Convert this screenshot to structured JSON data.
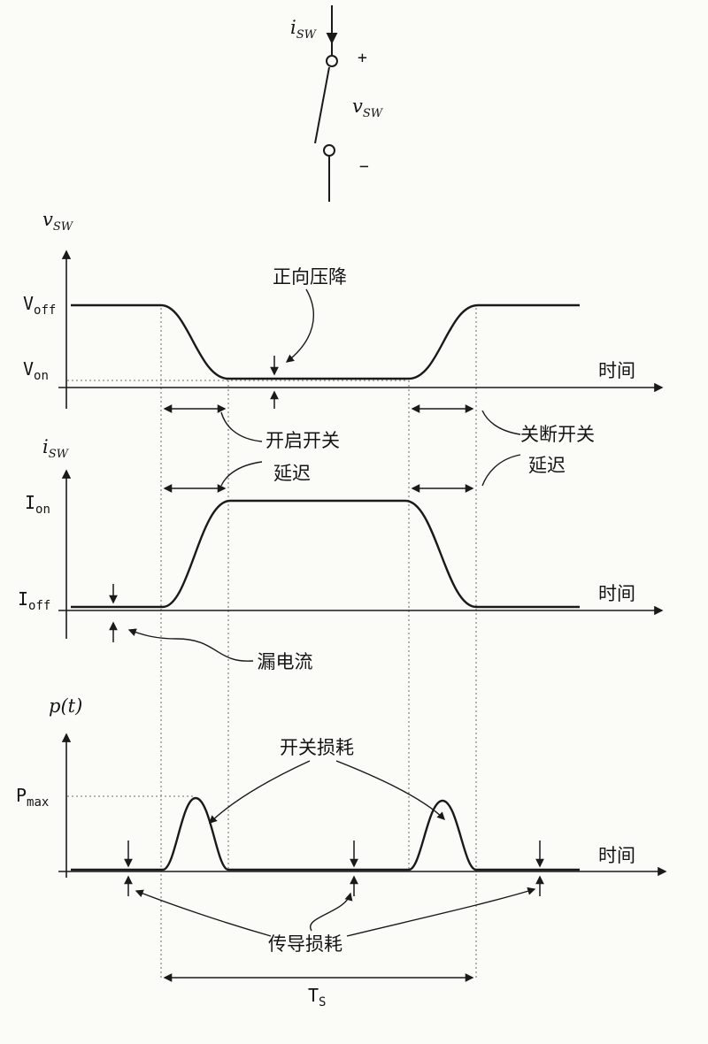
{
  "colors": {
    "ink": "#1a1a1a",
    "background": "#fbfbf8",
    "dotted": "#8a8a86"
  },
  "switch_symbol": {
    "current_main": "i",
    "current_sub": "SW",
    "plus": "+",
    "voltage_main": "v",
    "voltage_sub": "SW",
    "minus": "−"
  },
  "voltage_plot": {
    "axis_main": "v",
    "axis_sub": "SW",
    "v_off_main": "V",
    "v_off_sub": "off",
    "v_on_main": "V",
    "v_on_sub": "on",
    "time_label": "时间",
    "forward_drop_label": "正向压降",
    "turn_on_delay_line1": "开启开关",
    "turn_on_delay_line2": "延迟",
    "turn_off_delay_line1": "关断开关",
    "turn_off_delay_line2": "延迟"
  },
  "current_plot": {
    "axis_main": "i",
    "axis_sub": "SW",
    "i_on_main": "I",
    "i_on_sub": "on",
    "i_off_main": "I",
    "i_off_sub": "off",
    "time_label": "时间",
    "leakage_label": "漏电流"
  },
  "power_plot": {
    "axis_label": "p(t)",
    "p_max_main": "P",
    "p_max_sub": "max",
    "time_label": "时间",
    "switching_loss_label": "开关损耗",
    "conduction_loss_label": "传导损耗",
    "period_main": "T",
    "period_sub": "S"
  }
}
